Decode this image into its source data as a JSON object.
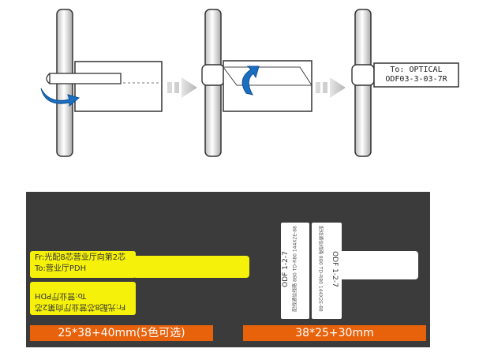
{
  "steps": {
    "step3_tag": {
      "line1": "To: OPTICAL",
      "line2": "ODF03-3-03-7R"
    }
  },
  "yellow_label": {
    "line1": "Fr:光配8芯营业厅向第2芯",
    "line2": "To:营业厅PDH",
    "caption": "25*38+40mm(5色可选)"
  },
  "white_label": {
    "odf_text": "ODF  1-2-7",
    "small_text": "配线通信线路 8B0 TD-R80 144X2E-88",
    "caption": "38*25+30mm"
  },
  "colors": {
    "panel_bg": "#3b3b3b",
    "caption_bg": "#e8620c",
    "yellow": "#f5f10a",
    "arrow_gray": "#c8c8c8",
    "rotate_blue": "#1a6fc0"
  }
}
